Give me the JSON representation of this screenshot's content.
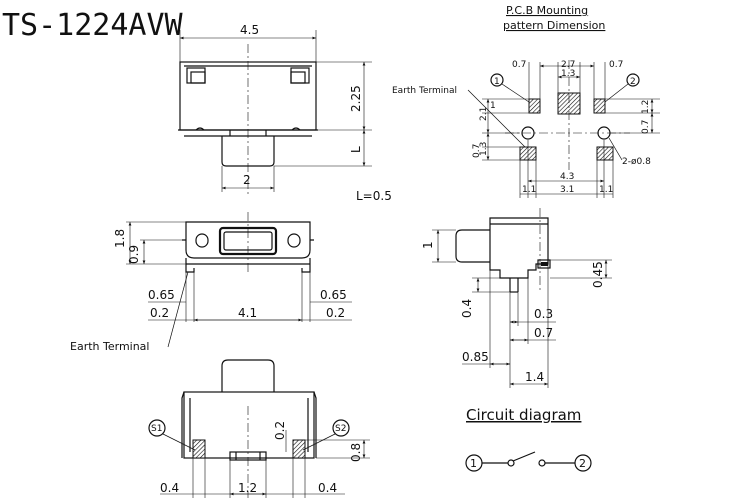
{
  "title": "TS-1224AVW",
  "pcb": {
    "title_line1": "P.C.B Mounting",
    "title_line2": "pattern Dimension",
    "earth_terminal": "Earth Terminal",
    "pin1": "1",
    "pin2": "2",
    "dims": {
      "d0_7_left": "0.7",
      "d2_7": "2.7",
      "d1_3_top": "1.3",
      "d0_7_right": "0.7",
      "d1": "1",
      "d2_1": "2.1",
      "d1_2": "1.2",
      "d0_7_r2": "0.7",
      "d1_3_left": "1.3",
      "d0_7_left2": "0.7",
      "d4_3": "4.3",
      "d1_1_a": "1.1",
      "d3_1": "3.1",
      "d1_1_b": "1.1",
      "hole": "2-ø0.8"
    }
  },
  "top_view": {
    "w": "4.5",
    "h": "2.25",
    "L": "L",
    "stem": "2",
    "L_value": "L=0.5"
  },
  "front_view": {
    "d1_8": "1.8",
    "d0_9": "0.9",
    "d0_65_l": "0.65",
    "d0_65_r": "0.65",
    "d0_2_l": "0.2",
    "d4_1": "4.1",
    "d0_2_r": "0.2",
    "earth_terminal": "Earth Terminal"
  },
  "side_view": {
    "d1": "1",
    "d0_45": "0.45",
    "d0_4": "0.4",
    "d0_3": "0.3",
    "d0_7": "0.7",
    "d0_85": "0.85",
    "d1_4": "1.4"
  },
  "bottom_view": {
    "s1": "S1",
    "s2": "S2",
    "d0_2": "0.2",
    "d0_8": "0.8",
    "d0_4_l": "0.4",
    "d1_2": "1.2",
    "d0_4_r": "0.4"
  },
  "circuit": {
    "title": "Circuit diagram",
    "n1": "1",
    "n2": "2"
  }
}
